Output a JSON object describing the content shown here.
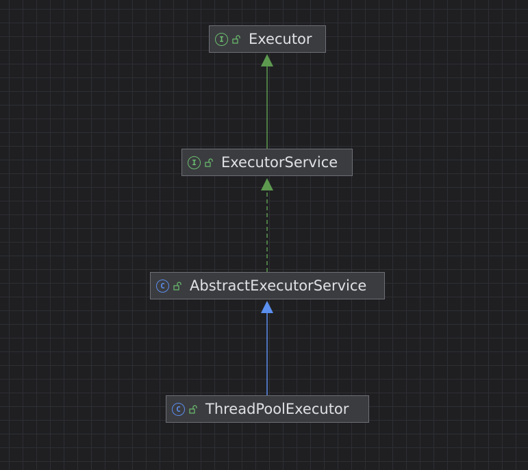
{
  "diagram": {
    "nodes": [
      {
        "name": "Executor",
        "kind": "interface",
        "kind_glyph": "I",
        "kind_color": "#6cc06f",
        "visibility": "public",
        "visibility_icon": "lock-open-icon"
      },
      {
        "name": "ExecutorService",
        "kind": "interface",
        "kind_glyph": "I",
        "kind_color": "#6cc06f",
        "visibility": "public",
        "visibility_icon": "lock-open-icon"
      },
      {
        "name": "AbstractExecutorService",
        "kind": "class",
        "kind_glyph": "C",
        "kind_color": "#5b8ff0",
        "visibility": "public",
        "visibility_icon": "lock-open-icon"
      },
      {
        "name": "ThreadPoolExecutor",
        "kind": "class",
        "kind_glyph": "C",
        "kind_color": "#5b8ff0",
        "visibility": "public",
        "visibility_icon": "lock-open-icon"
      }
    ],
    "edges": [
      {
        "from": "ExecutorService",
        "to": "Executor",
        "relation": "extends",
        "style": "solid",
        "color": "#5d9a4f"
      },
      {
        "from": "AbstractExecutorService",
        "to": "ExecutorService",
        "relation": "implements",
        "style": "dashed",
        "color": "#5d9a4f"
      },
      {
        "from": "ThreadPoolExecutor",
        "to": "AbstractExecutorService",
        "relation": "extends",
        "style": "solid",
        "color": "#5b8ff0"
      }
    ]
  },
  "colors": {
    "background": "#1f1f22",
    "grid": "#2e2f33",
    "node_fill": "#3b3c40",
    "node_border": "#6e7076",
    "text": "#dfe1e5",
    "visibility_icon": "#6cc06f"
  }
}
